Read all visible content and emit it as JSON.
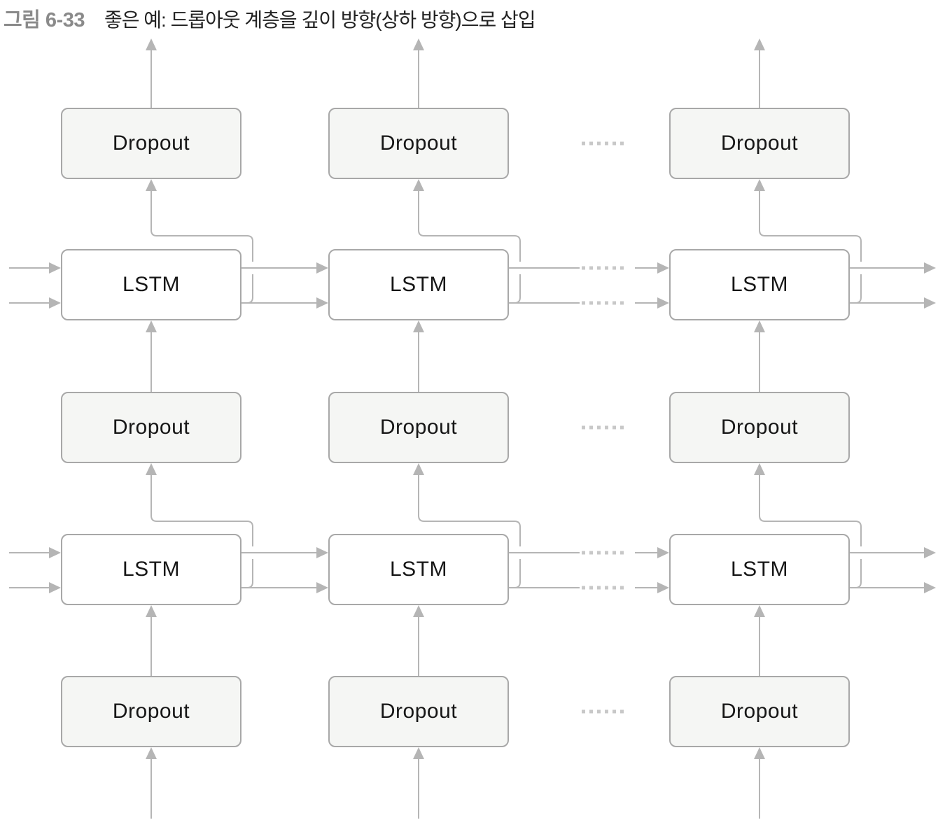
{
  "figure": {
    "label": "그림 6-33",
    "caption": "좋은 예: 드롭아웃 계층을 깊이 방향(상하 방향)으로 삽입"
  },
  "diagram": {
    "box_labels": {
      "dropout": "Dropout",
      "lstm": "LSTM"
    },
    "ellipsis": "······",
    "grid": {
      "columns": 3,
      "rows": [
        "dropout",
        "lstm",
        "dropout",
        "lstm",
        "dropout"
      ],
      "ellipsis_between_columns": [
        2,
        3
      ],
      "horizontal_state_arrows_per_lstm_row": 2
    },
    "colors": {
      "line": "#b5b5b5",
      "box_border": "#a8a8a8",
      "dropout_fill": "#f5f6f4",
      "lstm_fill": "#ffffff",
      "dots": "#c8c8c8",
      "label_text": "#161616",
      "figure_label": "#8a8a8a",
      "caption_text": "#222222"
    }
  }
}
